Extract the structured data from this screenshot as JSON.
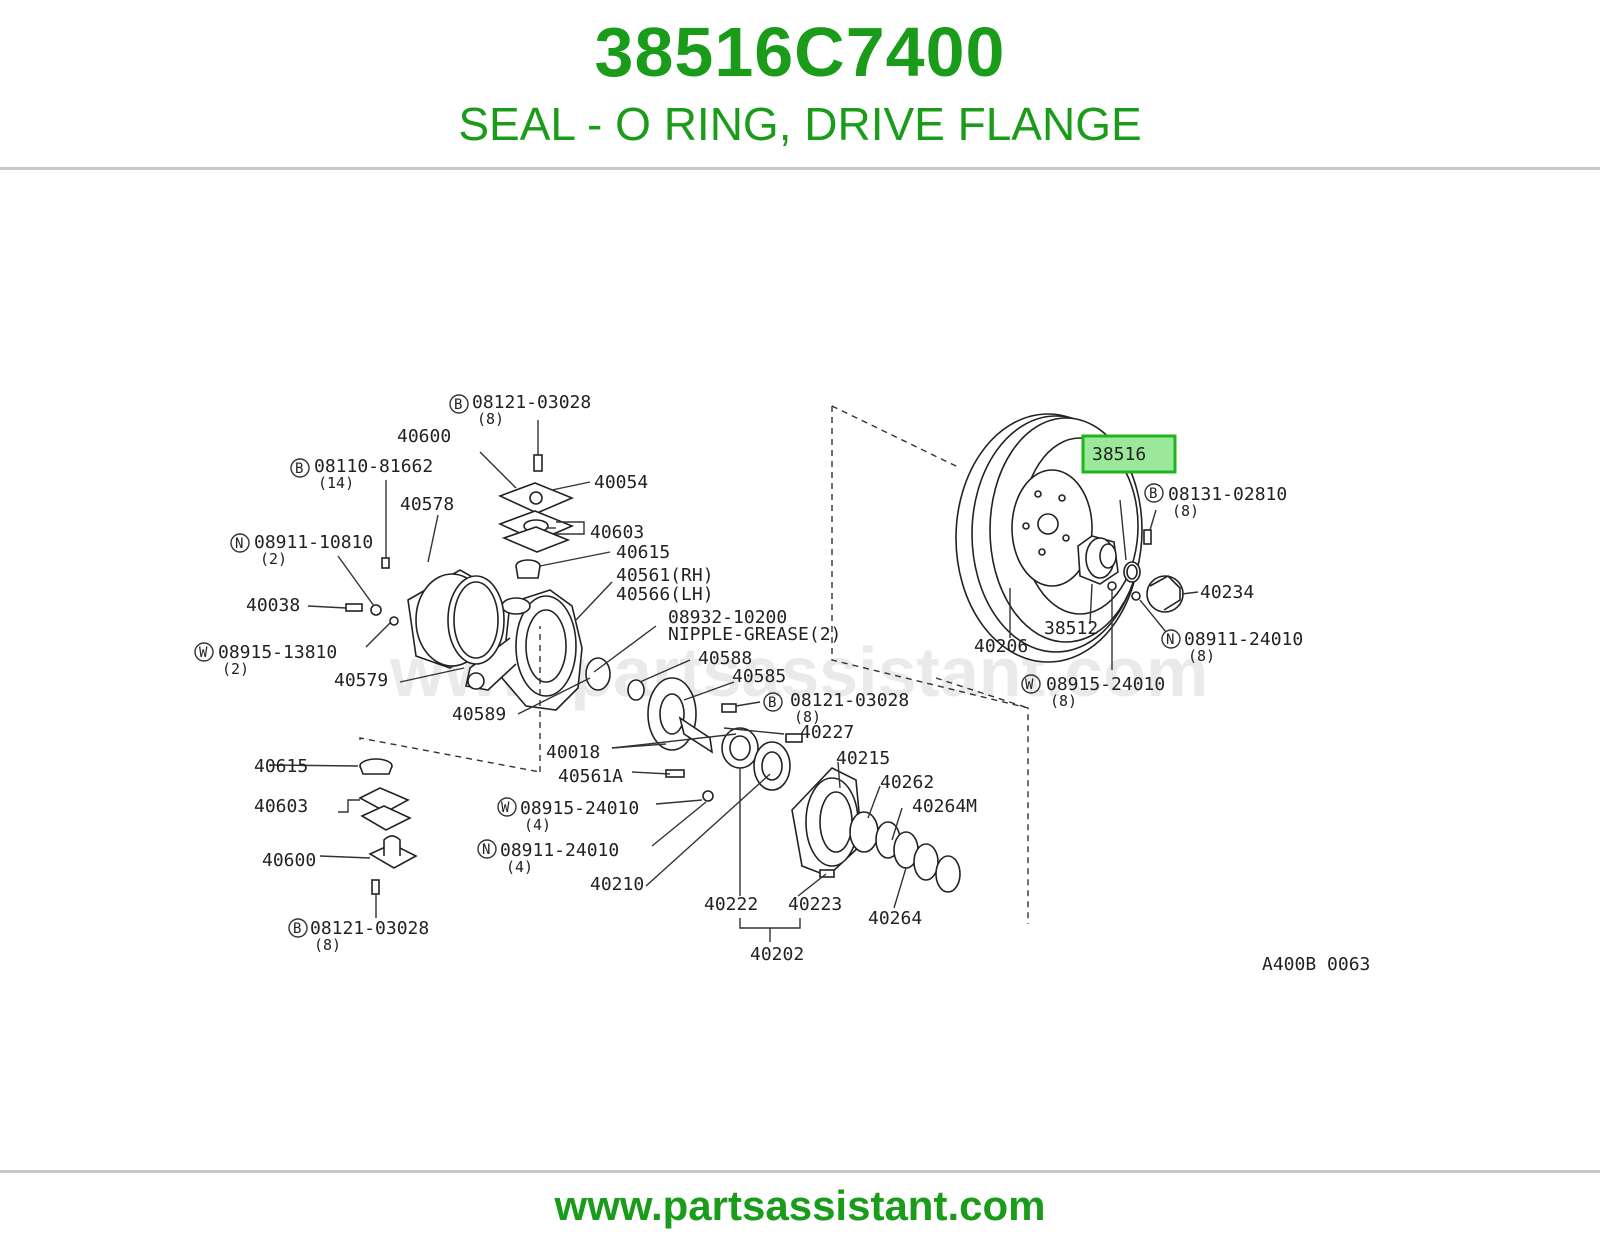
{
  "header": {
    "part_number": "38516C7400",
    "description": "SEAL - O RING, DRIVE FLANGE"
  },
  "diagram": {
    "highlighted_part": "38516",
    "drawing_code": "A400B 0063",
    "watermark": "www.partsassistant.com",
    "labels": {
      "l_08121_03028_top": "08121-03028",
      "l_08121_03028_top_qty": "(8)",
      "l_40600_top": "40600",
      "l_08110_81662": "08110-81662",
      "l_08110_81662_qty": "(14)",
      "l_40054": "40054",
      "l_40578": "40578",
      "l_40603_top": "40603",
      "l_08911_10810": "08911-10810",
      "l_08911_10810_qty": "(2)",
      "l_40615_top": "40615",
      "l_40561_rh": "40561(RH)",
      "l_40566_lh": "40566(LH)",
      "l_40038": "40038",
      "l_08932_10200": "08932-10200",
      "l_nipple": "NIPPLE-GREASE(2)",
      "l_08915_13810": "08915-13810",
      "l_08915_13810_qty": "(2)",
      "l_40588": "40588",
      "l_40579": "40579",
      "l_40585": "40585",
      "l_08121_03028_mid": "08121-03028",
      "l_08121_03028_mid_qty": "(8)",
      "l_40589": "40589",
      "l_40227": "40227",
      "l_40018": "40018",
      "l_40215": "40215",
      "l_40615_low": "40615",
      "l_40561a": "40561A",
      "l_40262": "40262",
      "l_40603_low": "40603",
      "l_08915_24010_low": "08915-24010",
      "l_08915_24010_low_qty": "(4)",
      "l_40264m": "40264M",
      "l_08911_24010_low": "08911-24010",
      "l_08911_24010_low_qty": "(4)",
      "l_40600_low": "40600",
      "l_40210": "40210",
      "l_40222": "40222",
      "l_40223": "40223",
      "l_40264": "40264",
      "l_08121_03028_low": "08121-03028",
      "l_08121_03028_low_qty": "(8)",
      "l_40202": "40202",
      "l_08131_02810": "08131-02810",
      "l_08131_02810_qty": "(8)",
      "l_40234": "40234",
      "l_38512": "38512",
      "l_40206": "40206",
      "l_08911_24010_right": "08911-24010",
      "l_08911_24010_right_qty": "(8)",
      "l_08915_24010_right": "08915-24010",
      "l_08915_24010_right_qty": "(8)"
    },
    "circle_letters": {
      "b": "B",
      "n": "N",
      "w": "W"
    }
  },
  "footer": {
    "url": "www.partsassistant.com"
  },
  "colors": {
    "brand_green": "#1a9c1a",
    "highlight_fill": "#9be89b",
    "highlight_border": "#1fb51f"
  }
}
